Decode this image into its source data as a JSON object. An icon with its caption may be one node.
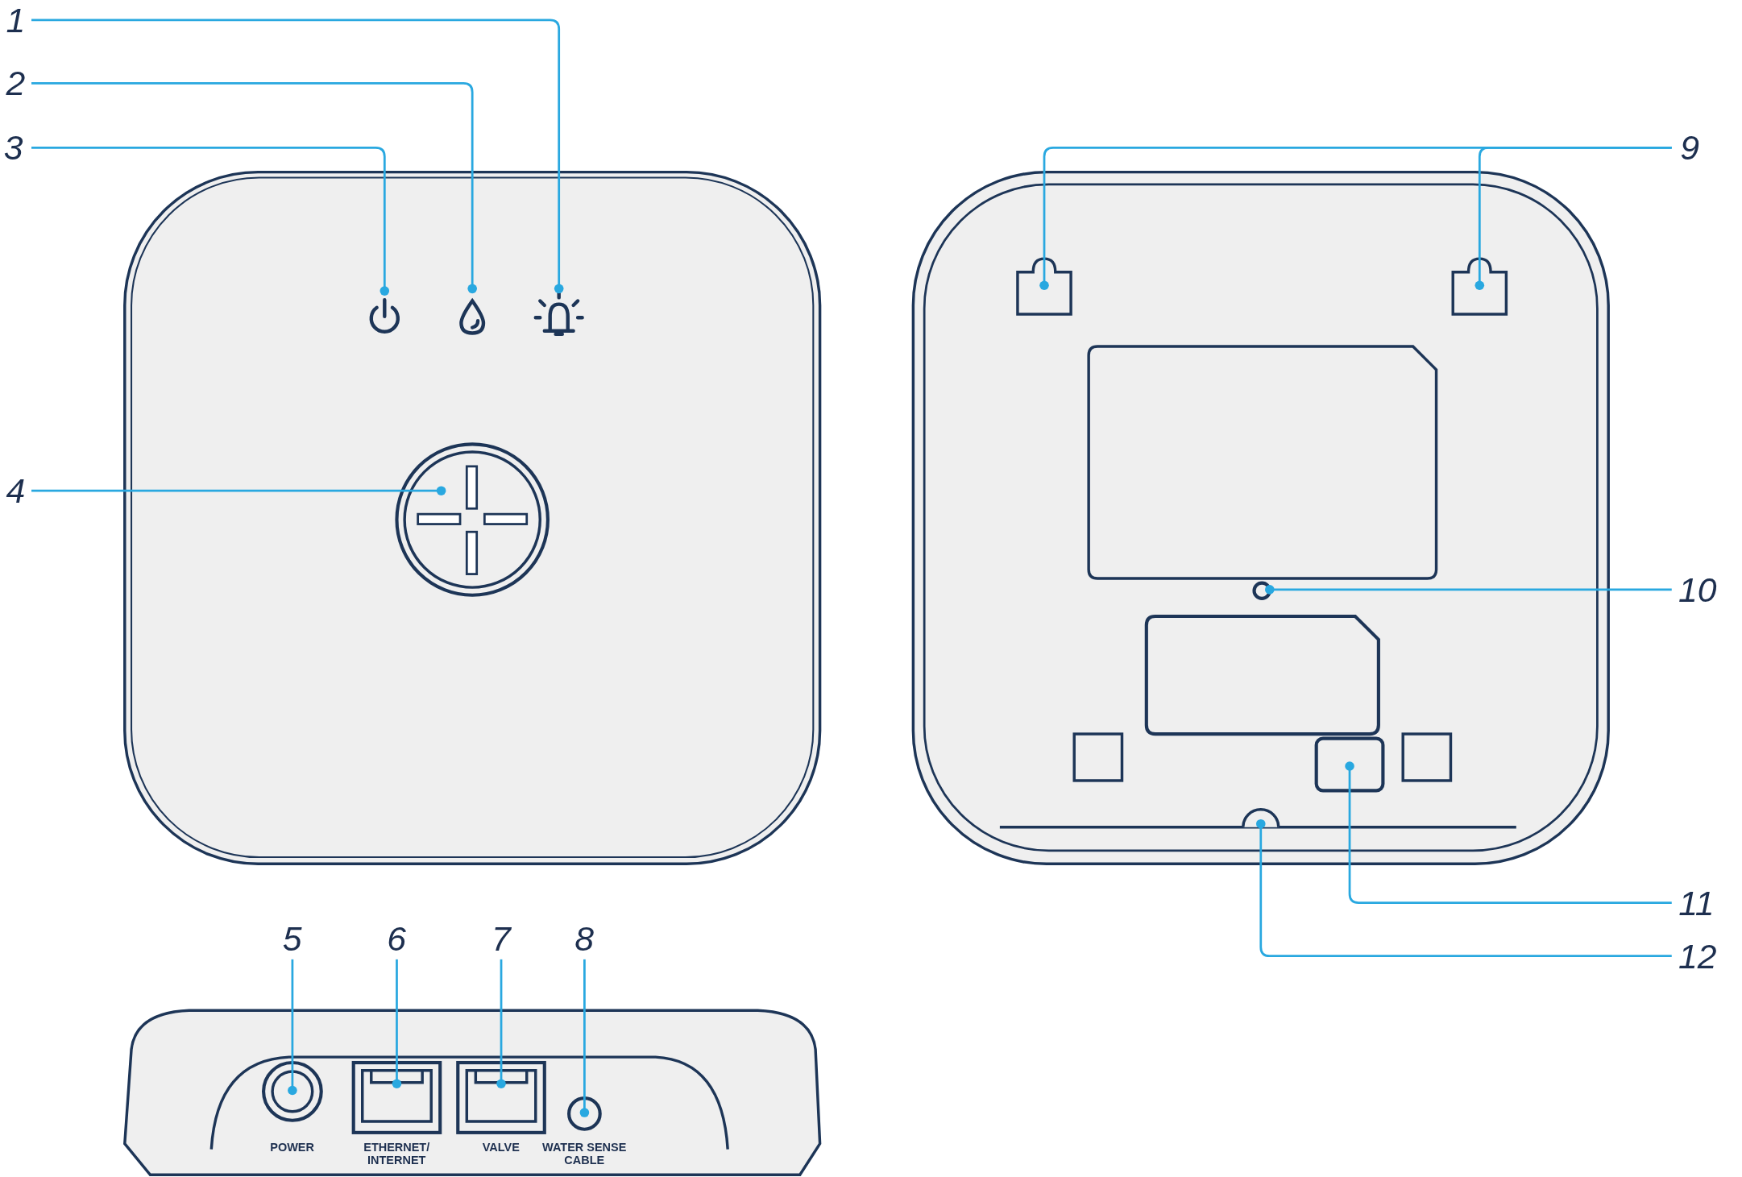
{
  "diagram": {
    "nodes": [
      {
        "text": [
          "1"
        ]
      },
      {
        "text": [
          "2"
        ]
      },
      {
        "text": [
          "3"
        ]
      },
      {
        "text": [
          "4"
        ]
      },
      {
        "text": [
          "5"
        ]
      },
      {
        "text": [
          "6"
        ]
      },
      {
        "text": [
          "7"
        ]
      },
      {
        "text": [
          "8"
        ]
      },
      {
        "text": [
          "9"
        ]
      },
      {
        "text": [
          "10"
        ]
      },
      {
        "text": [
          "11"
        ]
      },
      {
        "text": [
          "12"
        ]
      },
      {
        "text": [],
        "shape": "icon"
      },
      {
        "text": [],
        "shape": "icon"
      },
      {
        "text": [],
        "shape": "icon"
      },
      {
        "text": [],
        "shape": "circle"
      },
      {
        "text": [],
        "shape": "circle"
      },
      {
        "text": [],
        "shape": "box"
      },
      {
        "text": [],
        "shape": "box"
      },
      {
        "text": [],
        "shape": "circle"
      },
      {
        "text": [],
        "shape": "box"
      },
      {
        "text": [],
        "shape": "box"
      },
      {
        "text": [],
        "shape": "circle"
      },
      {
        "text": [],
        "shape": "box"
      },
      {
        "text": [],
        "shape": "circle"
      }
    ],
    "edges": [
      {
        "from": 0,
        "to": 14,
        "arrow": "other"
      },
      {
        "from": 1,
        "to": 13,
        "arrow": "other"
      },
      {
        "from": 2,
        "to": 12,
        "arrow": "other"
      },
      {
        "from": 3,
        "to": 15,
        "arrow": "other"
      },
      {
        "from": 4,
        "to": 16,
        "arrow": "other"
      },
      {
        "from": 5,
        "to": 17,
        "arrow": "other"
      },
      {
        "from": 6,
        "to": 18,
        "arrow": "other"
      },
      {
        "from": 7,
        "to": 19,
        "arrow": "other"
      },
      {
        "from": 8,
        "to": 20,
        "arrow": "other"
      },
      {
        "from": 8,
        "to": 21,
        "arrow": "other"
      },
      {
        "from": 9,
        "to": 22,
        "arrow": "other"
      },
      {
        "from": 10,
        "to": 23,
        "arrow": "other"
      },
      {
        "from": 11,
        "to": 24,
        "arrow": "other"
      }
    ],
    "labels": [
      "POWER",
      "ETHERNET/ INTERNET",
      "VALVE",
      "WATER SENSE CABLE"
    ]
  }
}
